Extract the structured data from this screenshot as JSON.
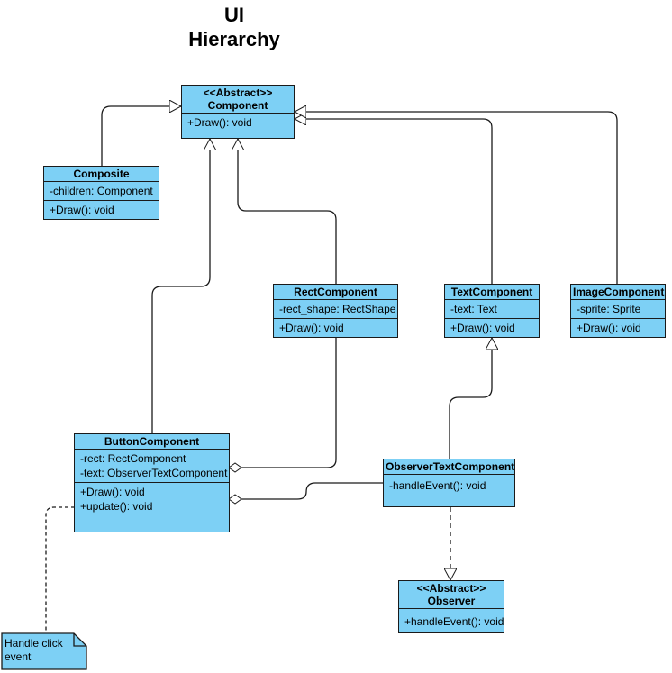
{
  "title": [
    "UI",
    "Hierarchy"
  ],
  "classes": {
    "component": {
      "stereotype": "<<Abstract>>",
      "name": "Component",
      "attributes": [],
      "methods": [
        "+Draw(): void"
      ]
    },
    "composite": {
      "name": "Composite",
      "attributes": [
        "-children: Component"
      ],
      "methods": [
        "+Draw(): void"
      ]
    },
    "rect": {
      "name": "RectComponent",
      "attributes": [
        "-rect_shape: RectShape"
      ],
      "methods": [
        "+Draw(): void"
      ]
    },
    "text": {
      "name": "TextComponent",
      "attributes": [
        "-text: Text"
      ],
      "methods": [
        "+Draw(): void"
      ]
    },
    "image": {
      "name": "ImageComponent",
      "attributes": [
        "-sprite: Sprite"
      ],
      "methods": [
        "+Draw(): void"
      ]
    },
    "button": {
      "name": "ButtonComponent",
      "attributes": [
        "-rect: RectComponent",
        "-text: ObserverTextComponent"
      ],
      "methods": [
        "+Draw(): void",
        "+update(): void"
      ]
    },
    "observer_text": {
      "name": "ObserverTextComponent",
      "attributes": [],
      "methods": [
        "-handleEvent(): void"
      ]
    },
    "observer": {
      "stereotype": "<<Abstract>>",
      "name": "Observer",
      "attributes": [],
      "methods": [
        "+handleEvent(): void"
      ]
    }
  },
  "note": {
    "text": "Handle click event"
  },
  "colors": {
    "class_fill": "#7dd0f5",
    "stroke": "#1a1a1a"
  }
}
